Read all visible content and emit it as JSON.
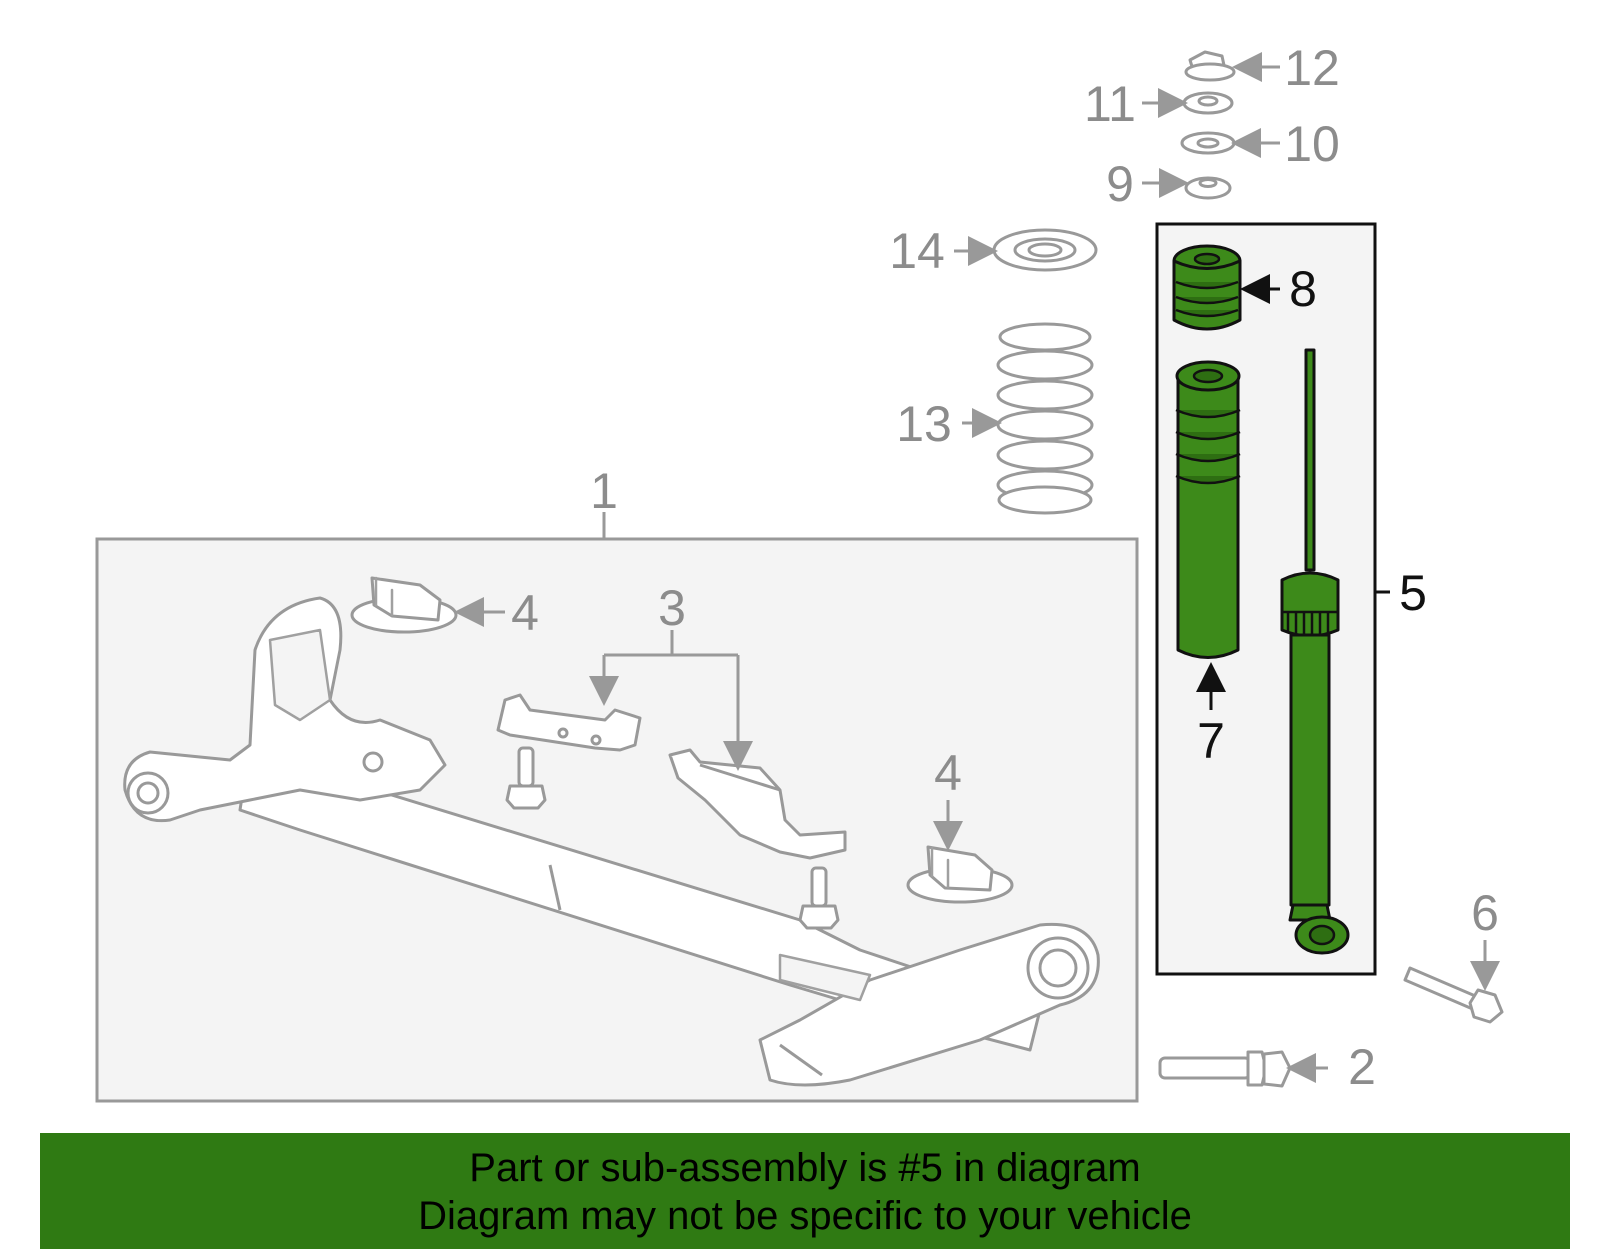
{
  "callouts": {
    "c1": "1",
    "c2": "2",
    "c3": "3",
    "c4a": "4",
    "c4b": "4",
    "c5": "5",
    "c6": "6",
    "c7": "7",
    "c8": "8",
    "c9": "9",
    "c10": "10",
    "c11": "11",
    "c12": "12",
    "c13": "13",
    "c14": "14"
  },
  "highlighted_part": "5",
  "colors": {
    "highlight_green": "#3d8a1a",
    "banner_green": "#2f7a13",
    "panel_gray": "#f4f4f4",
    "line_gray": "#999999"
  },
  "footer": {
    "line1": "Part or sub-assembly is #5 in diagram",
    "line2": "Diagram may not be specific to your vehicle"
  }
}
